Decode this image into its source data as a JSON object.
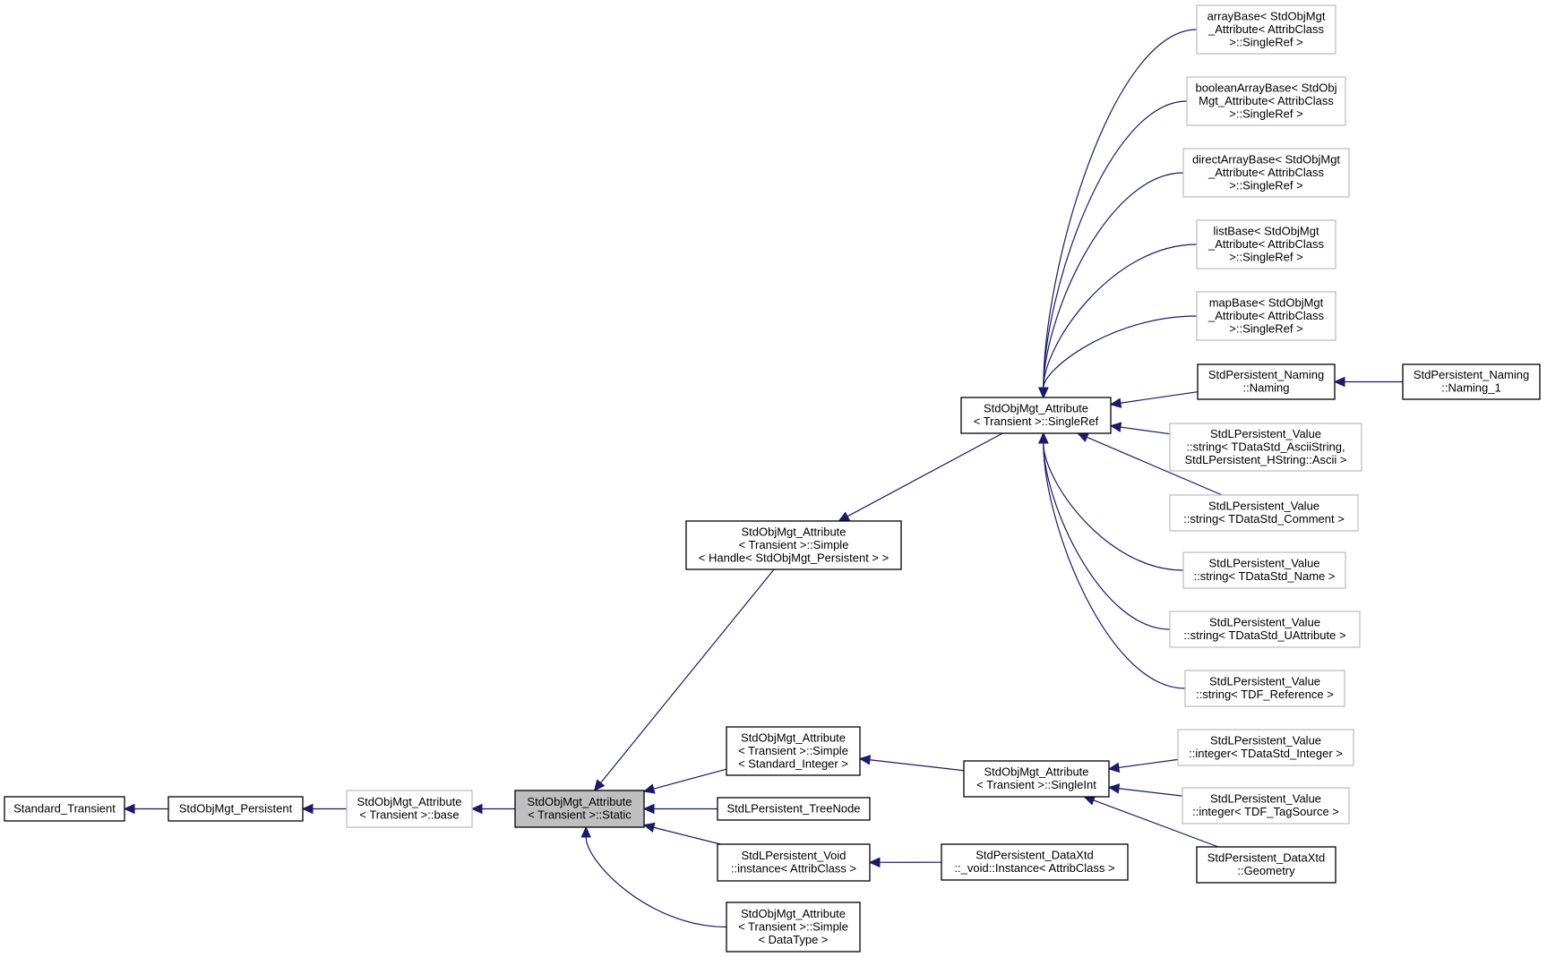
{
  "colors": {
    "edge": "#191970",
    "border_documented": "#000000",
    "border_undocumented": "#bfbfbf",
    "selected_fill": "#bfbfbf",
    "fill": "#ffffff"
  },
  "nodes": {
    "standard_transient": {
      "lines": [
        "Standard_Transient"
      ]
    },
    "stdobjmgt_persistent": {
      "lines": [
        "StdObjMgt_Persistent"
      ]
    },
    "attr_base": {
      "lines": [
        "StdObjMgt_Attribute",
        "< Transient >::base"
      ]
    },
    "attr_static": {
      "lines": [
        "StdObjMgt_Attribute",
        "< Transient >::Static"
      ]
    },
    "simple_handle": {
      "lines": [
        "StdObjMgt_Attribute",
        "< Transient >::Simple",
        "< Handle< StdObjMgt_Persistent > >"
      ]
    },
    "simple_integer": {
      "lines": [
        "StdObjMgt_Attribute",
        "< Transient >::Simple",
        "< Standard_Integer >"
      ]
    },
    "treenode": {
      "lines": [
        "StdLPersistent_TreeNode"
      ]
    },
    "void_instance": {
      "lines": [
        "StdLPersistent_Void",
        "::instance< AttribClass >"
      ]
    },
    "simple_datatype": {
      "lines": [
        "StdObjMgt_Attribute",
        "< Transient >::Simple",
        "< DataType >"
      ]
    },
    "singleref": {
      "lines": [
        "StdObjMgt_Attribute",
        "< Transient >::SingleRef"
      ]
    },
    "singleint": {
      "lines": [
        "StdObjMgt_Attribute",
        "< Transient >::SingleInt"
      ]
    },
    "dataxtd_void": {
      "lines": [
        "StdPersistent_DataXtd",
        "::_void::Instance< AttribClass >"
      ]
    },
    "arraybase": {
      "lines": [
        "arrayBase< StdObjMgt",
        "_Attribute< AttribClass",
        ">::SingleRef >"
      ]
    },
    "booleanarraybase": {
      "lines": [
        "booleanArrayBase< StdObj",
        "Mgt_Attribute< AttribClass",
        ">::SingleRef >"
      ]
    },
    "directarraybase": {
      "lines": [
        "directArrayBase< StdObjMgt",
        "_Attribute< AttribClass",
        ">::SingleRef >"
      ]
    },
    "listbase": {
      "lines": [
        "listBase< StdObjMgt",
        "_Attribute< AttribClass",
        ">::SingleRef >"
      ]
    },
    "mapbase": {
      "lines": [
        "mapBase< StdObjMgt",
        "_Attribute< AttribClass",
        ">::SingleRef >"
      ]
    },
    "naming": {
      "lines": [
        "StdPersistent_Naming",
        "::Naming"
      ]
    },
    "naming_1": {
      "lines": [
        "StdPersistent_Naming",
        "::Naming_1"
      ]
    },
    "value_ascii": {
      "lines": [
        "StdLPersistent_Value",
        "::string< TDataStd_AsciiString,",
        "StdLPersistent_HString::Ascii >"
      ]
    },
    "value_comment": {
      "lines": [
        "StdLPersistent_Value",
        "::string< TDataStd_Comment >"
      ]
    },
    "value_name": {
      "lines": [
        "StdLPersistent_Value",
        "::string< TDataStd_Name >"
      ]
    },
    "value_uattribute": {
      "lines": [
        "StdLPersistent_Value",
        "::string< TDataStd_UAttribute >"
      ]
    },
    "value_tdfref": {
      "lines": [
        "StdLPersistent_Value",
        "::string< TDF_Reference >"
      ]
    },
    "value_integer": {
      "lines": [
        "StdLPersistent_Value",
        "::integer< TDataStd_Integer >"
      ]
    },
    "value_tagsource": {
      "lines": [
        "StdLPersistent_Value",
        "::integer< TDF_TagSource >"
      ]
    },
    "dataxtd_geometry": {
      "lines": [
        "StdPersistent_DataXtd",
        "::Geometry"
      ]
    }
  }
}
